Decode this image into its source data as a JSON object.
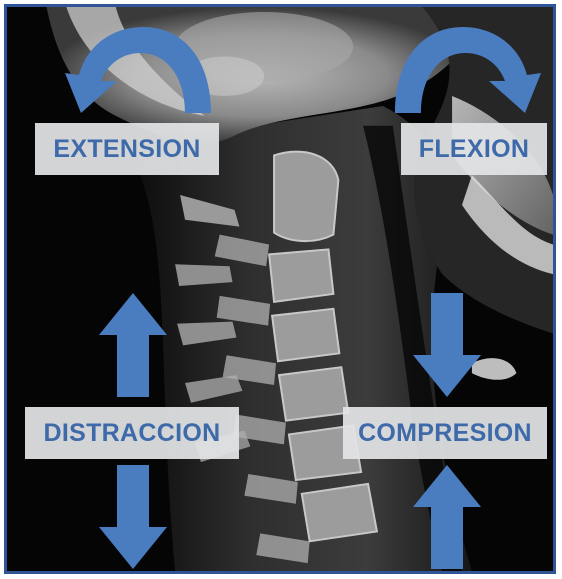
{
  "labels": {
    "extension": "EXTENSION",
    "flexion": "FLEXION",
    "distraction": "DISTRACCION",
    "compression": "COMPRESION"
  },
  "colors": {
    "arrow_fill": "#4a7cc0",
    "label_text": "#3e6aa9",
    "label_background": "#e2e4e6",
    "frame_border": "#2f5597"
  },
  "icons": {
    "extension": "curved-arrow-left-icon",
    "flexion": "curved-arrow-right-icon",
    "distraction": "double-arrow-apart-icon",
    "compression": "double-arrow-together-icon"
  }
}
